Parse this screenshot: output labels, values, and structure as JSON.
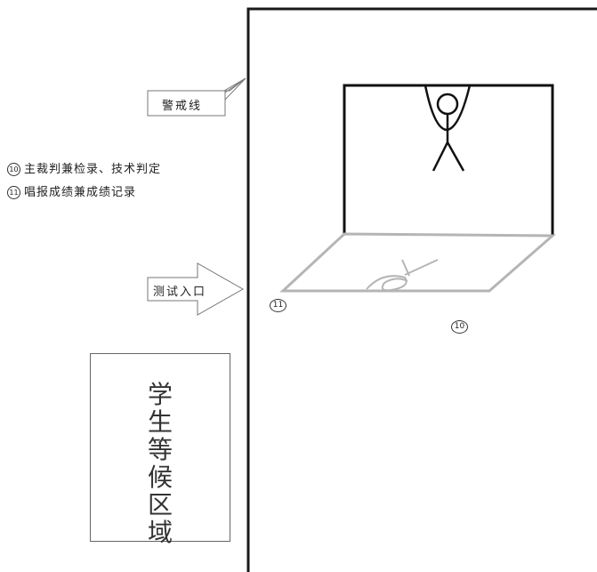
{
  "warning_line": {
    "label": "警戒线"
  },
  "legend": [
    {
      "num": "10",
      "text": "主裁判兼检录、技术判定"
    },
    {
      "num": "11",
      "text": "唱报成绩兼成绩记录"
    }
  ],
  "entrance": {
    "label": "测试入口"
  },
  "waiting_area": {
    "label": "学生等候区域"
  },
  "markers": {
    "eleven": "11",
    "ten": "10"
  }
}
